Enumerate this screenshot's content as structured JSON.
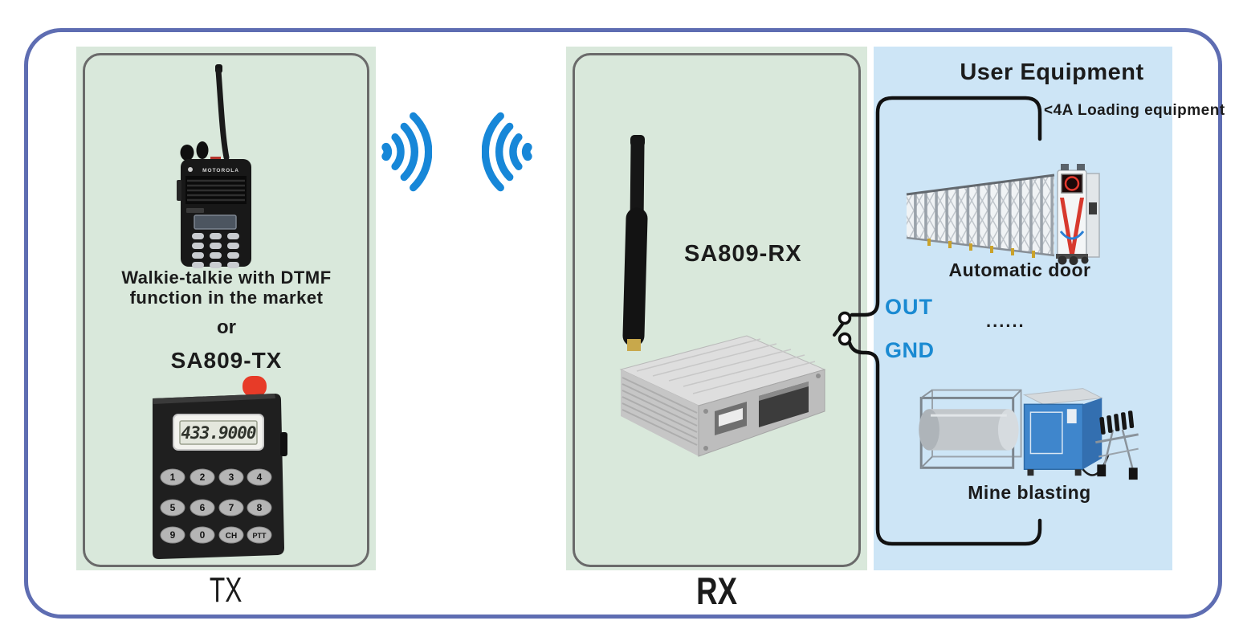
{
  "colors": {
    "outer_border": "#5e6db2",
    "panel_green": "#d9e8db",
    "panel_border_gray": "#6a6a6a",
    "panel_blue": "#cde5f6",
    "signal_blue": "#1787d8",
    "terminal_text_blue": "#1a8ad2",
    "wire_black": "#111111",
    "tx_device_red_cap": "#e73b28",
    "cabinet_blue": "#3f86cc"
  },
  "tx_panel": {
    "caption_line1": "Walkie-talkie with DTMF",
    "caption_line2": "function in the market",
    "or_label": "or",
    "device_label": "SA809-TX",
    "walkie_brand": "MOTOROLA",
    "lcd_display": "433.9000",
    "keypad": [
      "1",
      "2",
      "3",
      "4",
      "5",
      "6",
      "7",
      "8",
      "9",
      "0",
      "CH",
      "PTT"
    ],
    "panel_label": "TX"
  },
  "rx_panel": {
    "device_label": "SA809-RX",
    "panel_label": "RX"
  },
  "user_equipment": {
    "title": "User Equipment",
    "load_note": "<4A Loading equipment",
    "out_label": "OUT",
    "gnd_label": "GND",
    "ellipsis": "......",
    "items": [
      {
        "label": "Automatic door"
      },
      {
        "label": "Mine blasting"
      }
    ]
  }
}
